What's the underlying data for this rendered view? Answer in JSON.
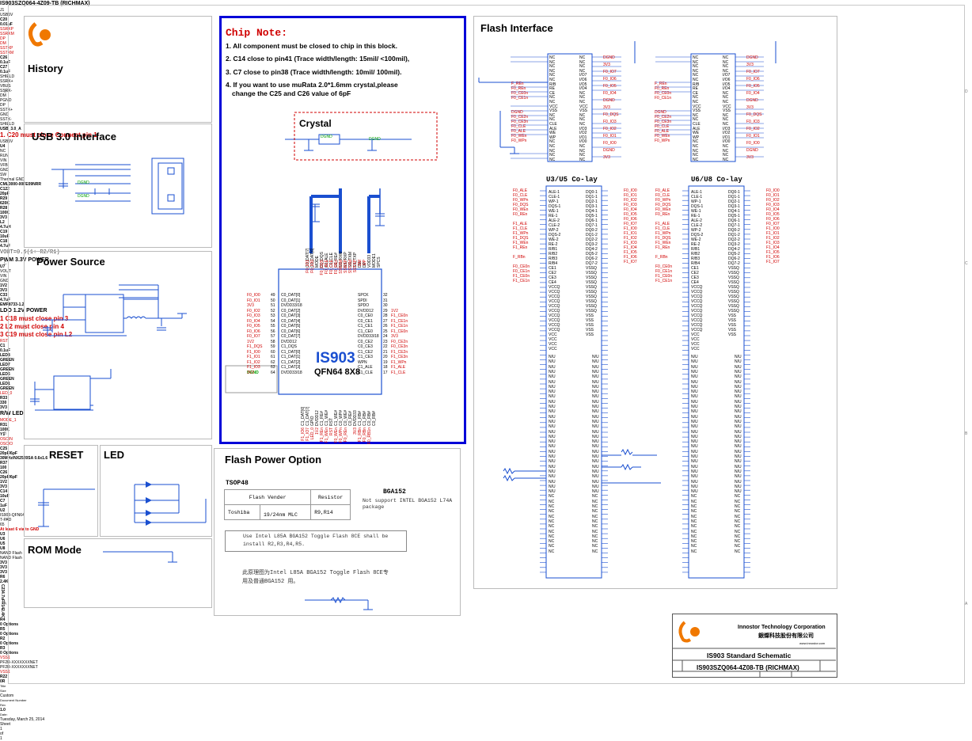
{
  "history": {
    "title": "History",
    "project": "IS903SZQ064-4Z09-TB (RICHMAX)"
  },
  "usb": {
    "title": "USB 3.0 Interface",
    "conn_ref": "J1",
    "conn_name": "USB_3.0_A",
    "cap_ref": "C20",
    "cap_val": "0.01uF",
    "c26": "C26",
    "c27": "C27",
    "cap_small": "0.1uF",
    "net_usb5v": "USB5V",
    "nets": [
      "SSRXP",
      "SSRXM",
      "DP",
      "DGND",
      "DM",
      "SSTXP",
      "DGND",
      "SSTXM"
    ],
    "pins": [
      "SHIELD",
      "SSRX+",
      "VBUS",
      "SSRX-",
      "DM",
      "PGND",
      "DP",
      "SSTX+",
      "GND",
      "SSTX-",
      "SHIELD"
    ],
    "note": "1. C20 must close Connect pin 1"
  },
  "power": {
    "title": "Power Source",
    "u4": "U4",
    "u4_part": "CML3000-00FE09NRR",
    "u4_pins": [
      "NC",
      "RUN",
      "VIN",
      "VFB",
      "GND",
      "SW",
      "Thermal GND"
    ],
    "c122": "C122",
    "c122_val": "20pF",
    "r29": "R29",
    "r29_val": "620K",
    "r28": "R28",
    "r28_val": "100K",
    "l2": "L2",
    "l2_val": "4.7uH",
    "c19": "C19",
    "c19_val": "10uF",
    "c18": "C18",
    "c18_val": "4.7uF",
    "usb5v": "USB5V",
    "v33": "3V3",
    "formula": "VOUT=0.6(1+ R2/R1)",
    "pwm_label": "PWM 3.3V POWER",
    "u7": "U7",
    "u7_part": "EMP8733-1.2",
    "u7_pins": [
      "VOUT",
      "VIN",
      "GND"
    ],
    "c33": "C33",
    "c33_val": "4.7uF",
    "v12": "1V2",
    "ldo_label": "LDO 1.2V POWER",
    "notes": [
      "1 C18 must close pin 3",
      "2 L2 must close pin 4",
      "3 C19 must close pin L2"
    ]
  },
  "reset": {
    "title": "RESET",
    "net": "RST",
    "cap": "C1",
    "cap_val": "0.1uF"
  },
  "led": {
    "title": "LED",
    "leds": [
      "LED8",
      "LED7",
      "LED6",
      "LED1"
    ],
    "color": "GREEN",
    "net": "LED_0",
    "res": "R33",
    "res_val": "330",
    "v33": "3V3",
    "label": "R/W LED"
  },
  "rom": {
    "title": "ROM Mode",
    "net": "MODE_1",
    "res": "R31",
    "res_val": "100K"
  },
  "chip_note": {
    "title": "Chip Note:",
    "lines": [
      "1. All component must be closed to chip in this block.",
      "2. C14 close to pin41 (Trace width/length: 15mil/ <100mil),",
      "3. C7 close to pin38 (Trace width/length: 10mil/ 100mil).",
      "4. If you want to use muRata 2.0*1.6mm crystal,please",
      "change the C25 and C26 value of 6pF"
    ],
    "crystal_title": "Crystal",
    "y1": "Y1",
    "y1_part": "30MHz/NX2520SA 0.6x1.6",
    "c25": "C25",
    "c25_val": "20pF/6pF",
    "c26": "C26",
    "c26_val": "20pF/6pF",
    "r37": "R37",
    "r37_val": "100",
    "osc_in": "OSCIN",
    "osc_out": "OSCIO",
    "dgnd": "DGND",
    "c14": "C14",
    "c14_val": "10uF",
    "c7": "C7",
    "c7_val": "1uF",
    "v12": "1V2",
    "v33": "3V3",
    "u2": "U2",
    "chip_name": "IS903",
    "chip_pkg": "QFN64 8X8",
    "chip_footprint": "IS903-QFN64",
    "tpad": "T-PAD",
    "tpad_net": "DGND",
    "tpad_pin": "65",
    "via_note": "At least 6 via to GND",
    "left_pins": [
      "C0_DAT[0]",
      "C0_DAT[1]",
      "DVDD33/18",
      "C0_DAT[2]",
      "C0_DAT[3]",
      "C0_DAT[4]",
      "C0_DAT[5]",
      "C0_DAT[6]",
      "C0_DAT[7]",
      "DVDD12",
      "C1_DQS",
      "C1_DAT[0]",
      "C1_DAT[1]",
      "C1_DAT[2]",
      "C1_DAT[3]",
      "DVDD33/18",
      "C1_DAT[4]",
      "C1_DAT[5]"
    ],
    "left_nets": [
      "F0_IO0",
      "F0_IO1",
      "3V3",
      "F0_IO2",
      "F0_IO3",
      "F0_IO4",
      "F0_IO5",
      "F0_IO6",
      "F0_IO7",
      "1V2",
      "F1_DQS",
      "F1_IO0",
      "F1_IO1",
      "F1_IO2",
      "F1_IO3",
      "3V3",
      "F1_IO4",
      "F1_IO5"
    ],
    "left_nums": [
      "49",
      "50",
      "51",
      "52",
      "53",
      "54",
      "55",
      "56",
      "57",
      "58",
      "59",
      "60",
      "61",
      "62",
      "63",
      "64"
    ],
    "right_pins": [
      "SPCK",
      "SPDI",
      "SPDO",
      "DVDD12",
      "C0_CE0",
      "C0_CE1",
      "C1_CE1",
      "C1_CE0",
      "DVDD33/18",
      "C0_CE2",
      "C0_CE3",
      "C1_CE2",
      "C1_CE3",
      "WPN",
      "C1_ALE",
      "C1_CLE"
    ],
    "right_nets": [
      "",
      "",
      "",
      "1V2",
      "F1_CE0n",
      "F1_CE1n",
      "F1_CE1n",
      "F1_CE0n",
      "3V3",
      "F0_CE2n",
      "F0_CE3n",
      "F1_CE2n",
      "F1_CE3n",
      "F1_WPn",
      "F1_ALE",
      "F1_CLE"
    ],
    "right_nums": [
      "32",
      "31",
      "30",
      "29",
      "28",
      "27",
      "26",
      "25",
      "24",
      "23",
      "22",
      "21",
      "20",
      "19",
      "18",
      "17"
    ],
    "top_pins": [
      "C0_DAT[7]",
      "C0_DAT[6]",
      "MODE",
      "C0_DQS",
      "C0_ALE",
      "C0_CLE",
      "C0_RE#",
      "SS_RXM",
      "SS_RXP",
      "SS_TXM",
      "SS_TXP",
      "DM",
      "DP",
      "VDD33",
      "MODE1",
      "SPCS"
    ],
    "top_nets": [
      "F0_IO1",
      "F0_IO0",
      "",
      "F0_DQS",
      "F0_ALE",
      "F0_CLE",
      "F0_REn",
      "SSRXM",
      "SSRXP",
      "SSTXM",
      "SSTXP",
      "DM",
      "DP",
      "",
      "",
      ""
    ],
    "bottom_pins": [
      "C1_DAT[6]",
      "C1_DAT[7]",
      "GPIO",
      "DVDD12",
      "C1_RE#",
      "C1_WE#",
      "RST",
      "C1_WE#",
      "C0_WP#",
      "C0_WE#",
      "C0_RE#",
      "DVDD33",
      "C1_RB#",
      "C1_RB#",
      "C0_RB#",
      "C0_RB#"
    ],
    "bottom_nets": [
      "F1_IO6",
      "F1_IO7",
      "LED_0",
      "1V2",
      "F1_REn",
      "F1_WEn",
      "RST",
      "F0_WEn",
      "F0_WPn",
      "F0_REn",
      "",
      "3V3",
      "F1_RBn",
      "F0_RBn",
      "F0_RB1n",
      ""
    ]
  },
  "flash_iface": {
    "title": "Flash Interface",
    "u3": "U3",
    "u5": "U5",
    "u6": "U6",
    "u8": "U8",
    "nand_label": "NAND Flash",
    "co_lay_1": "U3/U5 Co-lay",
    "co_lay_2": "U6/U8 Co-lay",
    "v33": "3V3",
    "dgnd": "DGND",
    "r6": "R6",
    "r6_val": "2.4K",
    "r14": "R14",
    "r14_val": "2.4K",
    "c23": "C23",
    "c23_val": "4.7uF",
    "tsop_left_pins": [
      "NC",
      "NC",
      "NC",
      "NC",
      "NC",
      "NC",
      "R/B",
      "RE",
      "CE",
      "NC",
      "NC",
      "VCC",
      "VSS",
      "NC",
      "NC",
      "CLE",
      "ALE",
      "WE",
      "WP",
      "NC",
      "NC",
      "NC",
      "NC",
      "NC"
    ],
    "tsop_right_pins": [
      "NC",
      "NC",
      "NC",
      "NC",
      "I/O7",
      "I/O6",
      "I/O5",
      "I/O4",
      "NC",
      "NC",
      "NC",
      "VCC",
      "VSS",
      "NC",
      "NC",
      "NC",
      "I/O3",
      "I/O2",
      "I/O1",
      "I/O0",
      "NC",
      "NC",
      "NC",
      "NC"
    ],
    "u3_left_nets": [
      "F_REn",
      "F0_REn",
      "F0_CE0n",
      "F0_CE1n",
      "",
      "",
      "DGND",
      "F0_CE2n",
      "F0_CE3n",
      "F0_CLE",
      "F0_ALE",
      "F0_WEn",
      "F0_WPn"
    ],
    "u3_right_nets": [
      "DGND",
      "3V3",
      "F0_IO7",
      "F0_IO6",
      "F0_IO5",
      "F0_IO4",
      "DGND",
      "3V3",
      "F0_DQS",
      "F0_IO3",
      "F0_IO2",
      "F0_IO1",
      "F0_IO0",
      "DGND",
      "3V3"
    ],
    "bga_left_pins": [
      "ALE-1",
      "CLE-1",
      "WP-1",
      "DQS-1",
      "WE-1",
      "RE-1",
      "ALE-2",
      "CLE-2",
      "WP-2",
      "DQS-2",
      "WE-2",
      "RE-2",
      "R/B1",
      "R/B2",
      "R/B3",
      "R/B4",
      "CE1",
      "CE2",
      "CE3",
      "CE4",
      "VCCQ",
      "VCCQ",
      "VCCQ",
      "VCCQ",
      "VCCQ",
      "VCCQ",
      "VCCQ",
      "VCCQ",
      "VCCQ",
      "VCCQ",
      "VCC",
      "VCC",
      "VCC",
      "VCC"
    ],
    "bga_right_pins": [
      "DQ0-1",
      "DQ1-1",
      "DQ2-1",
      "DQ3-1",
      "DQ4-1",
      "DQ5-1",
      "DQ6-1",
      "DQ7-1",
      "DQ0-2",
      "DQ1-2",
      "DQ2-2",
      "DQ3-2",
      "DQ4-2",
      "DQ5-2",
      "DQ6-2",
      "DQ7-2",
      "VSSQ",
      "VSSQ",
      "VSSQ",
      "VSSQ",
      "VSSQ",
      "VSSQ",
      "VSSQ",
      "VSSQ",
      "VSSQ",
      "VSSQ",
      "VSS",
      "VSS",
      "VSS",
      "VSS",
      "VSS"
    ],
    "u3_bga_nets_l": [
      "F0_ALE",
      "F0_CLE",
      "F0_WPn",
      "F0_DQS",
      "F0_WEn",
      "F0_REn",
      "",
      "F1_ALE",
      "F1_CLE",
      "F1_WPn",
      "F1_DQS",
      "F1_WEn",
      "F1_REn",
      "",
      "F_RBn",
      "",
      "F0_CE0n",
      "F0_CE1n",
      "F1_CE0n",
      "F1_CE1n"
    ],
    "u3_bga_nets_r": [
      "F0_IO0",
      "F0_IO1",
      "F0_IO2",
      "F0_IO3",
      "F0_IO4",
      "F0_IO5",
      "F0_IO6",
      "F0_IO7",
      "F1_IO0",
      "F1_IO1",
      "F1_IO2",
      "F1_IO3",
      "F1_IO4",
      "F1_IO5",
      "F1_IO6",
      "F1_IO7"
    ],
    "r4": "R4",
    "r5": "R5",
    "r2": "R2",
    "r3": "R3",
    "opt": "0 Options",
    "vss1": "VSS1",
    "bga_part": "PF2R-XXXXXXXNET",
    "nu": "N/U",
    "nc": "NC"
  },
  "flash_power": {
    "title": "Flash Power Option",
    "tsop_label": "TSOP48",
    "bga_label": "BGA152",
    "table_head": [
      "Flash Vender",
      "Resistor"
    ],
    "table_rows": [
      [
        "Toshiba",
        "19/24nm MLC",
        "R9,R14"
      ]
    ],
    "bga_note": "Not support INTEL BGA152 L74A package",
    "box_note": "Use Intel L85A BGA152 Toggle Flash 8CE shall be install R2,R3,R4,R5.",
    "cn_note": "此原理图为Intel L85A BGA152 Toggle Flash 8CE专用及普通BGA152 用。",
    "vss1": "VSS1",
    "r22": "R22",
    "r22_val": "0R"
  },
  "title_block": {
    "company": "Innostor Technology Corporation",
    "company_cn": "銀燦科技股份有限公司",
    "site": "www.innostor.com",
    "title_label": "Title",
    "title": "IS903 Standard Schematic",
    "size_label": "Size",
    "size": "Custom",
    "doc_label": "Document Number",
    "doc": "IS903SZQ064-4Z08-TB (RICHMAX)",
    "rev_label": "Rev",
    "rev": "1.0",
    "date_label": "Date:",
    "date": "Tuesday, March 25, 2014",
    "sheet_label": "Sheet",
    "sheet": "1",
    "of_label": "of",
    "of": "1"
  },
  "colors": {
    "wire": "#1a4fd0",
    "net": "#d00000",
    "bus": "#1a4fd0",
    "ground": "#00a000",
    "frame": "#999999",
    "note_border": "#0000d8"
  }
}
